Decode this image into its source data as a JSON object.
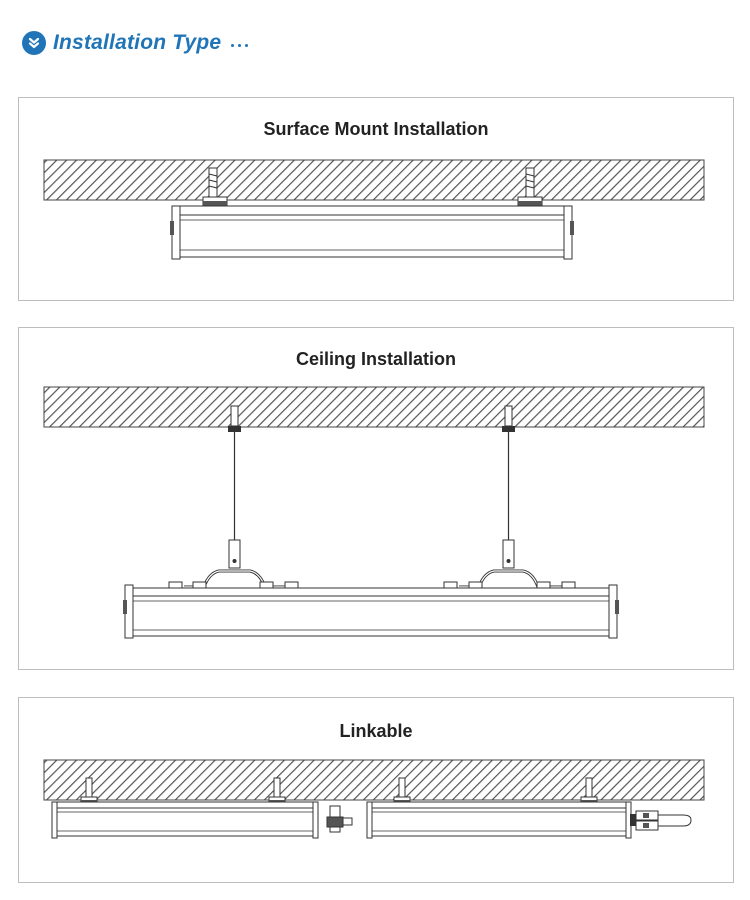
{
  "header": {
    "title": "Installation Type",
    "icon": "chevron-down-circle-icon",
    "accent": "#1f75b8"
  },
  "panels": [
    {
      "title": "Surface Mount Installation"
    },
    {
      "title": "Ceiling Installation"
    },
    {
      "title": "Linkable"
    }
  ]
}
